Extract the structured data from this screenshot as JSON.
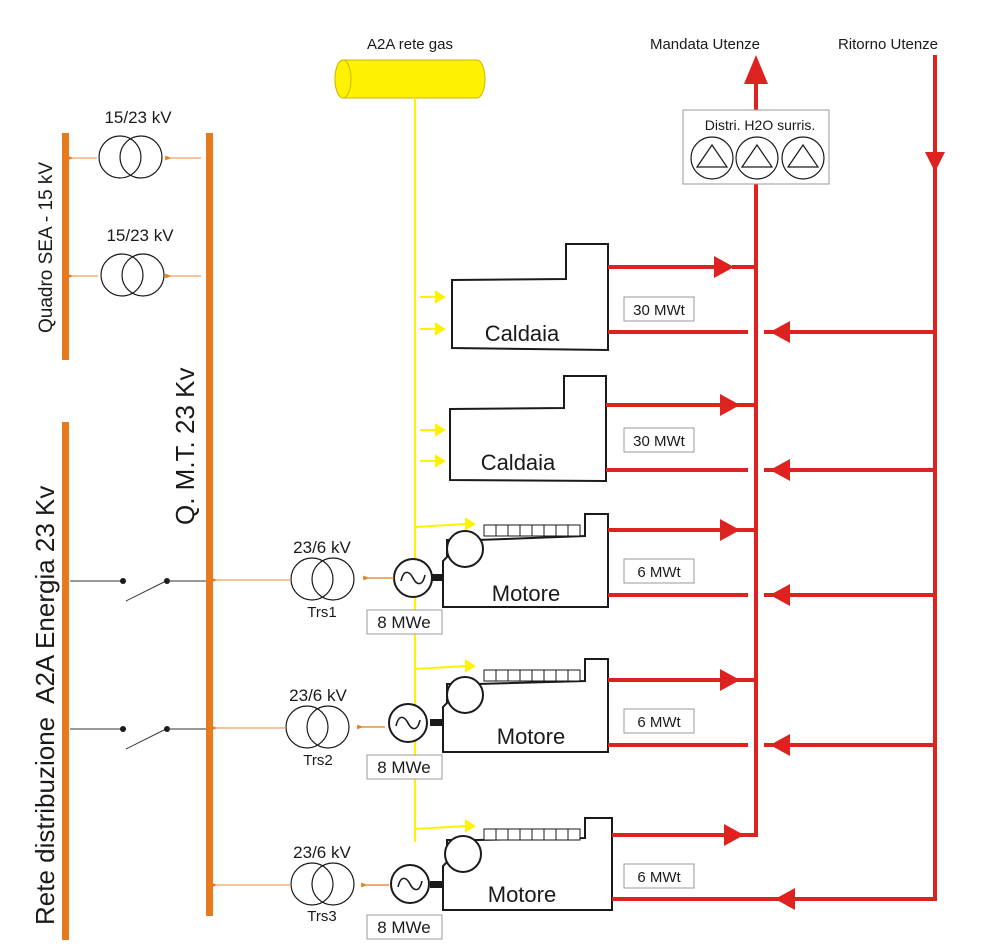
{
  "colors": {
    "electric_bus": "#E8791C",
    "electric_line": "#F0A060",
    "gas": "#FFF200",
    "gas_stroke": "#C8B800",
    "hot_water": "#DD2220",
    "outline": "#1a1a1a",
    "label_box_stroke": "#999999"
  },
  "gas_network": {
    "label": "A2A rete gas"
  },
  "hot_water": {
    "supply_label": "Mandata Utenze",
    "return_label": "Ritorno Utenze",
    "pump_station_label": "Distri. H2O surris.",
    "pump_count": 3
  },
  "buses": {
    "sea": {
      "label": "Quadro SEA - 15 kV"
    },
    "a2a": {
      "label": "Rete distribuzione  A2A Energia 23 Kv"
    },
    "qmt": {
      "label": "Q. M.T. 23 Kv"
    }
  },
  "sea_transformers": [
    {
      "rating": "15/23 kV"
    },
    {
      "rating": "15/23 kV"
    }
  ],
  "switches": [
    {
      "state": "open"
    },
    {
      "state": "open"
    }
  ],
  "boilers": [
    {
      "label": "Caldaia",
      "thermal_power": "30 MWt"
    },
    {
      "label": "Caldaia",
      "thermal_power": "30 MWt"
    }
  ],
  "engines": [
    {
      "label": "Motore",
      "thermal_power": "6 MWt",
      "electric_power": "8 MWe",
      "transformer_rating": "23/6 kV",
      "transformer_name": "Trs1"
    },
    {
      "label": "Motore",
      "thermal_power": "6 MWt",
      "electric_power": "8 MWe",
      "transformer_rating": "23/6 kV",
      "transformer_name": "Trs2"
    },
    {
      "label": "Motore",
      "thermal_power": "6 MWt",
      "electric_power": "8 MWe",
      "transformer_rating": "23/6 kV",
      "transformer_name": "Trs3"
    }
  ]
}
